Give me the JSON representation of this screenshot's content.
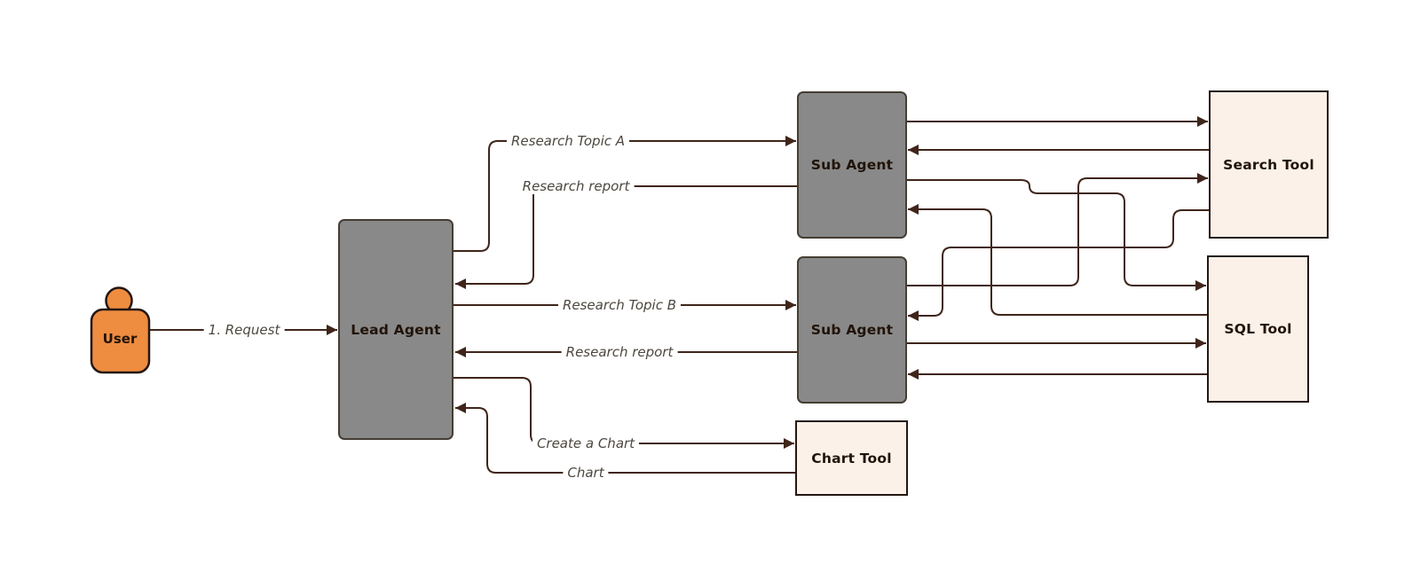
{
  "colors": {
    "background": "#ffffff",
    "agent_fill": "#898989",
    "agent_border": "#453d34",
    "tool_fill": "#fbf1e8",
    "tool_border": "#241712",
    "edge_line": "#3f251a",
    "edge_label_text": "#4d473f",
    "node_text": "#211309",
    "user_fill": "#ee8c40",
    "user_border": "#241612"
  },
  "nodes": {
    "user": {
      "label": "User",
      "type": "actor"
    },
    "lead_agent": {
      "label": "Lead Agent",
      "type": "agent"
    },
    "sub_agent_top": {
      "label": "Sub Agent",
      "type": "agent"
    },
    "sub_agent_middle": {
      "label": "Sub Agent",
      "type": "agent"
    },
    "search_tool": {
      "label": "Search Tool",
      "type": "tool"
    },
    "sql_tool": {
      "label": "SQL Tool",
      "type": "tool"
    },
    "chart_tool": {
      "label": "Chart Tool",
      "type": "tool"
    }
  },
  "edges": [
    {
      "from": "user",
      "to": "lead_agent",
      "label": "1. Request"
    },
    {
      "from": "lead_agent",
      "to": "sub_agent_top",
      "label": "Research Topic A"
    },
    {
      "from": "sub_agent_top",
      "to": "lead_agent",
      "label": "Research report"
    },
    {
      "from": "lead_agent",
      "to": "sub_agent_middle",
      "label": "Research Topic B"
    },
    {
      "from": "sub_agent_middle",
      "to": "lead_agent",
      "label": "Research report"
    },
    {
      "from": "lead_agent",
      "to": "chart_tool",
      "label": "Create a Chart"
    },
    {
      "from": "chart_tool",
      "to": "lead_agent",
      "label": "Chart"
    },
    {
      "from": "sub_agent_top",
      "to": "search_tool",
      "label": ""
    },
    {
      "from": "search_tool",
      "to": "sub_agent_top",
      "label": ""
    },
    {
      "from": "sub_agent_top",
      "to": "sql_tool",
      "label": ""
    },
    {
      "from": "sql_tool",
      "to": "sub_agent_top",
      "label": ""
    },
    {
      "from": "sub_agent_middle",
      "to": "search_tool",
      "label": ""
    },
    {
      "from": "search_tool",
      "to": "sub_agent_middle",
      "label": ""
    },
    {
      "from": "sub_agent_middle",
      "to": "sql_tool",
      "label": ""
    },
    {
      "from": "sql_tool",
      "to": "sub_agent_middle",
      "label": ""
    }
  ]
}
